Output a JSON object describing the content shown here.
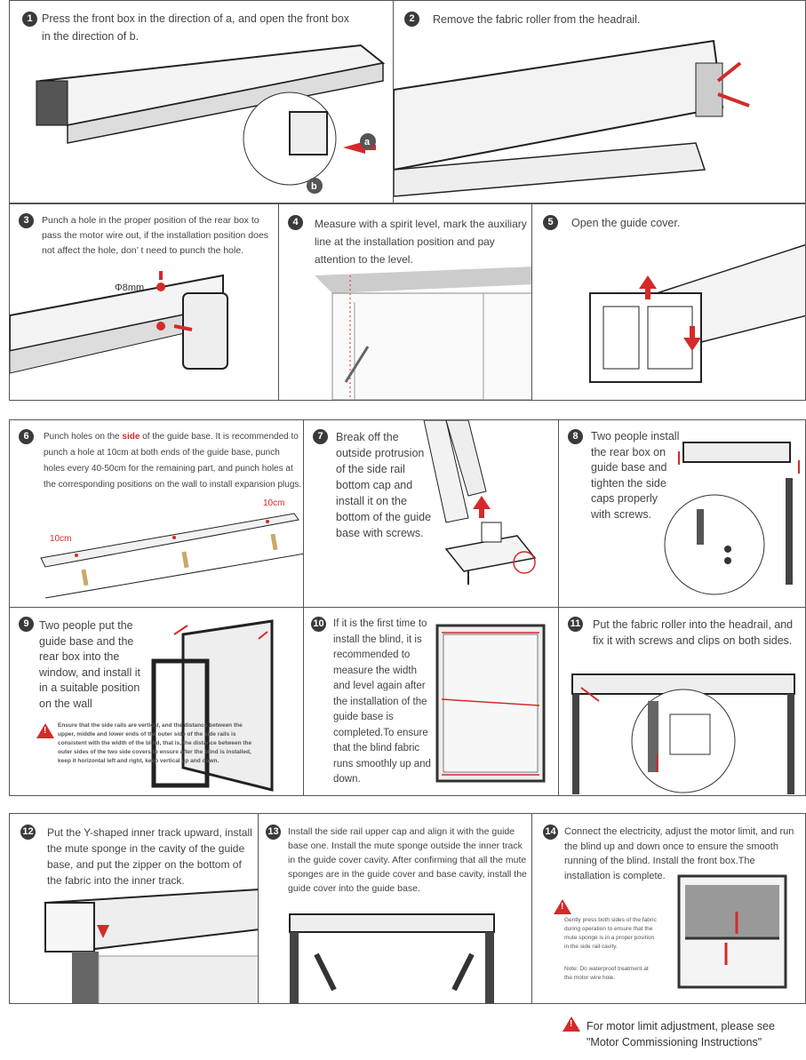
{
  "steps": [
    {
      "n": "1",
      "text": "Press the front box  in the direction of a, and open the front box in the direction of b.",
      "label_a": "a",
      "label_b": "b"
    },
    {
      "n": "2",
      "text": "Remove the fabric roller from the headrail."
    },
    {
      "n": "3",
      "text": "Punch a hole in the proper position of the rear box to pass the motor wire out, if the installation position does not affect the hole, don’ t need to punch the hole.",
      "dim": "Φ8mm"
    },
    {
      "n": "4",
      "text": "Measure with a spirit level, mark the auxiliary line at the installation position and pay attention to the level."
    },
    {
      "n": "5",
      "text": "Open the guide cover."
    },
    {
      "n": "6",
      "text_pre": "Punch holes on the ",
      "text_em": "side",
      "text_post": " of the guide base. It is recommended to punch a hole at 10cm at both ends of the guide base, punch holes every 40-50cm for the remaining part, and punch holes at the corresponding positions on the wall to install expansion plugs.",
      "dim_left": "10cm",
      "dim_right": "10cm"
    },
    {
      "n": "7",
      "text": "Break off the outside protrusion of the side rail bottom cap and install it on the bottom of the guide base with screws."
    },
    {
      "n": "8",
      "text": "Two people install the rear box on guide base and tighten the side caps properly with screws."
    },
    {
      "n": "9",
      "text": "Two people put the guide base and the rear box into the window, and install it in a suitable position on the wall",
      "warning": "Ensure that the side rails are vertical, and the distance between the upper, middle and lower ends of the outer side of the side rails is consistent with the width of the blind, that is, the distance between the outer sides of the two side covers,to ensure after the blind is installed, keep it horizontal left and right, keep vertical up and down."
    },
    {
      "n": "10",
      "text": "If it is the first time to install the blind, it is recommended to measure the width and level again after the installation of the guide base is completed.To ensure that the blind fabric runs smoothly up and down."
    },
    {
      "n": "11",
      "text": "Put the fabric roller into the headrail, and fix it with screws and clips on both sides."
    },
    {
      "n": "12",
      "text": "Put the Y-shaped inner track upward, install the mute sponge in the cavity of the guide base, and put the zipper on the bottom of the fabric into the inner track."
    },
    {
      "n": "13",
      "text": "Install the side rail upper cap and align it with the guide base one. Install the mute sponge outside the inner track in the guide cover cavity. After confirming that all the mute sponges are in the guide cover and base cavity, install the guide cover into the guide base."
    },
    {
      "n": "14",
      "text": "Connect the electricity, adjust the motor limit, and run the blind up and down once to ensure the smooth running of the blind. Install the front box.The installation is complete.",
      "warning": "Gently press both sides of the fabric during operation to ensure that the mute sponge is in a proper position in the side rail cavity.",
      "note": "Note: Do waterproof treatment at the motor wire hole."
    }
  ],
  "footer": {
    "line1": "For motor limit adjustment, please see",
    "line2": "\"Motor Commissioning Instructions\""
  },
  "colors": {
    "accent": "#d42a2a",
    "border": "#555555"
  }
}
